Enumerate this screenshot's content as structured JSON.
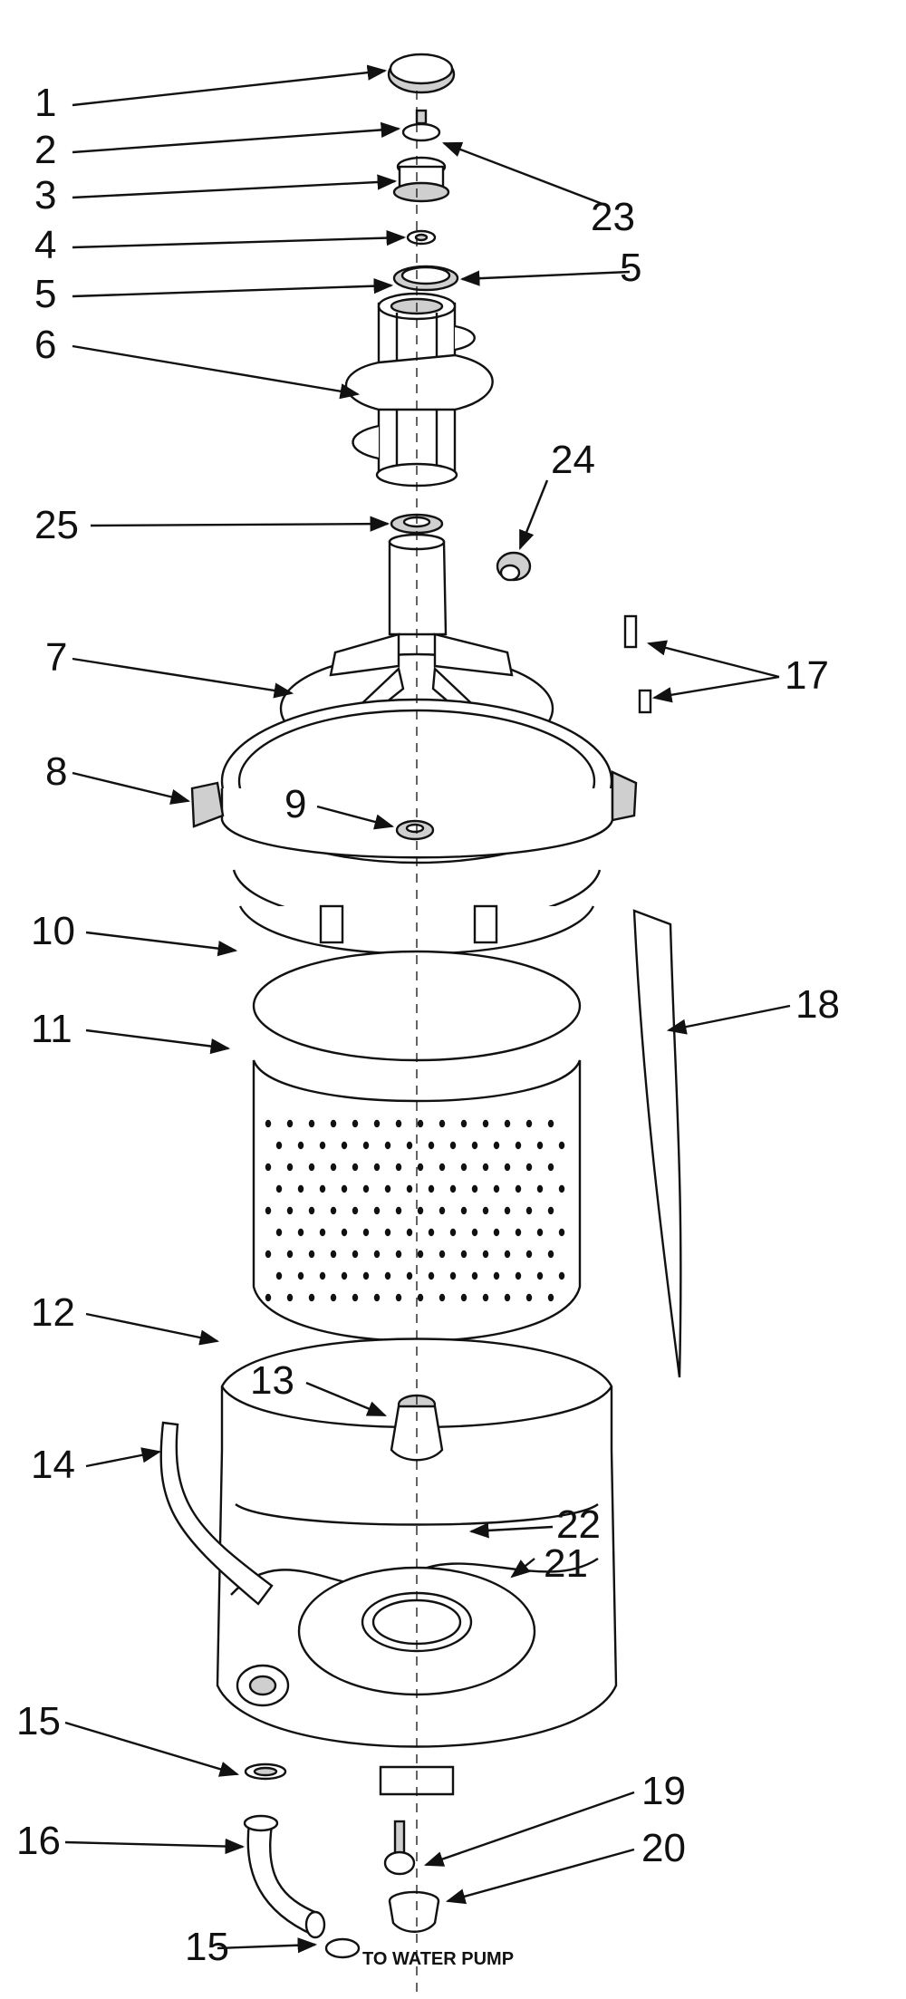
{
  "callouts": [
    {
      "id": "c1",
      "text": "1"
    },
    {
      "id": "c2",
      "text": "2"
    },
    {
      "id": "c3",
      "text": "3"
    },
    {
      "id": "c4",
      "text": "4"
    },
    {
      "id": "c5a",
      "text": "5"
    },
    {
      "id": "c5b",
      "text": "5"
    },
    {
      "id": "c6",
      "text": "6"
    },
    {
      "id": "c7",
      "text": "7"
    },
    {
      "id": "c8",
      "text": "8"
    },
    {
      "id": "c9",
      "text": "9"
    },
    {
      "id": "c10",
      "text": "10"
    },
    {
      "id": "c11",
      "text": "11"
    },
    {
      "id": "c12",
      "text": "12"
    },
    {
      "id": "c13",
      "text": "13"
    },
    {
      "id": "c14",
      "text": "14"
    },
    {
      "id": "c15a",
      "text": "15"
    },
    {
      "id": "c15b",
      "text": "15"
    },
    {
      "id": "c16",
      "text": "16"
    },
    {
      "id": "c17",
      "text": "17"
    },
    {
      "id": "c18",
      "text": "18"
    },
    {
      "id": "c19",
      "text": "19"
    },
    {
      "id": "c20",
      "text": "20"
    },
    {
      "id": "c21",
      "text": "21"
    },
    {
      "id": "c22",
      "text": "22"
    },
    {
      "id": "c23",
      "text": "23"
    },
    {
      "id": "c24",
      "text": "24"
    },
    {
      "id": "c25",
      "text": "25"
    }
  ],
  "note": "TO WATER PUMP",
  "colors": {
    "ink": "#111111",
    "paper": "#ffffff"
  }
}
